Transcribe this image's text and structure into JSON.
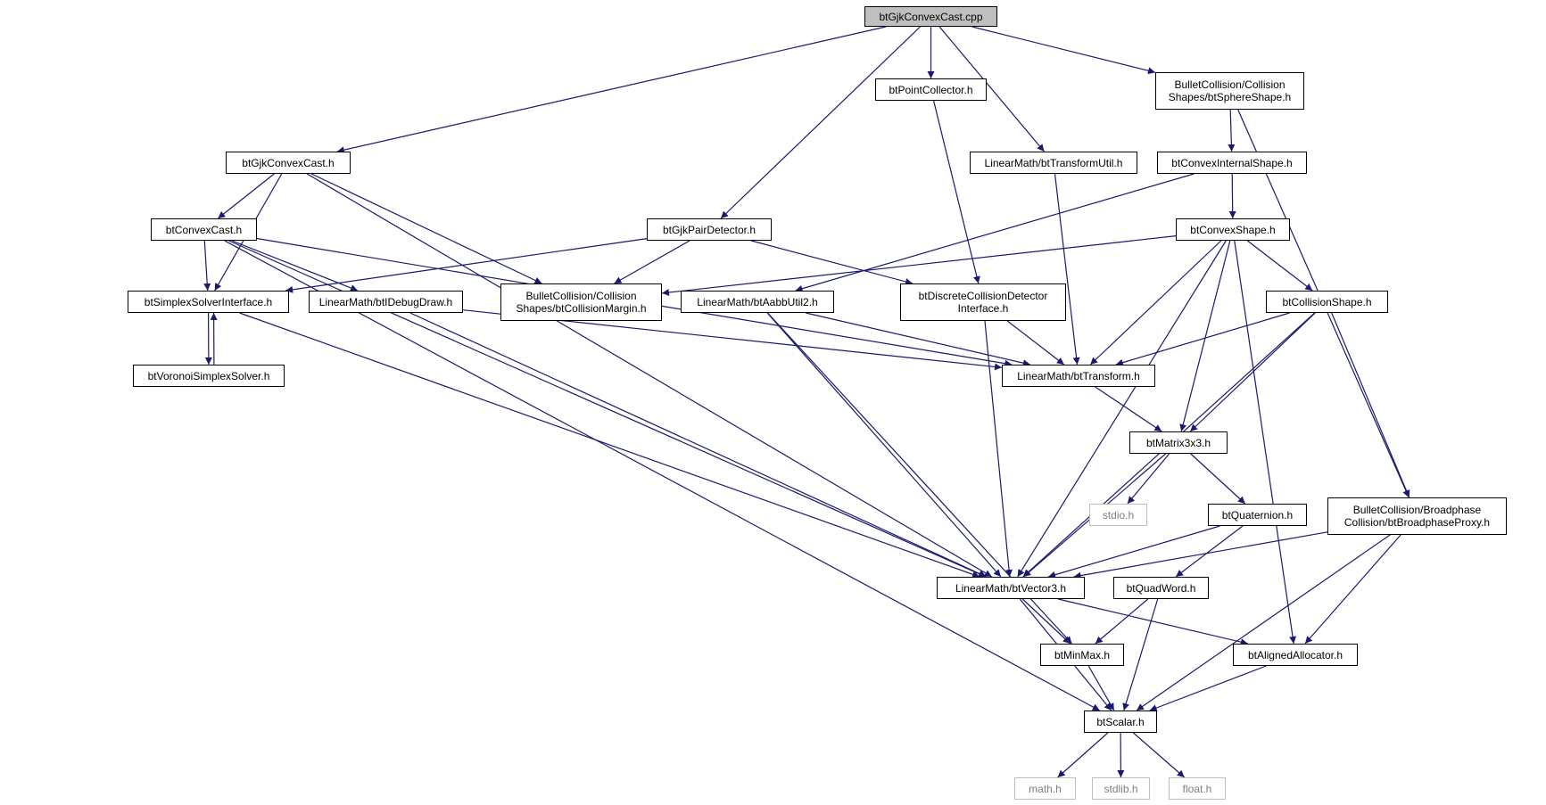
{
  "colors": {
    "edge": "#191970",
    "root_fill": "#bfbfbf",
    "node_border": "#000000",
    "system_border": "#bfbfbf",
    "system_text": "#7f7f7f"
  },
  "nodes": {
    "root": "btGjkConvexCast.cpp",
    "gjk_convex_cast_h": "btGjkConvexCast.h",
    "point_collector": "btPointCollector.h",
    "transform_util": "LinearMath/btTransformUtil.h",
    "sphere_shape": "BulletCollision/Collision\nShapes/btSphereShape.h",
    "convex_cast": "btConvexCast.h",
    "gjk_pair_detector": "btGjkPairDetector.h",
    "convex_internal_shape": "btConvexInternalShape.h",
    "convex_shape": "btConvexShape.h",
    "simplex_solver_interface": "btSimplexSolverInterface.h",
    "idebug_draw": "LinearMath/btIDebugDraw.h",
    "collision_margin": "BulletCollision/Collision\nShapes/btCollisionMargin.h",
    "aabb_util2": "LinearMath/btAabbUtil2.h",
    "discrete_collision_detector": "btDiscreteCollisionDetector\nInterface.h",
    "collision_shape": "btCollisionShape.h",
    "voronoi_simplex_solver": "btVoronoiSimplexSolver.h",
    "transform": "LinearMath/btTransform.h",
    "matrix3x3": "btMatrix3x3.h",
    "stdio": "stdio.h",
    "quaternion": "btQuaternion.h",
    "broadphase_proxy": "BulletCollision/Broadphase\nCollision/btBroadphaseProxy.h",
    "vector3": "LinearMath/btVector3.h",
    "quad_word": "btQuadWord.h",
    "min_max": "btMinMax.h",
    "aligned_allocator": "btAlignedAllocator.h",
    "scalar": "btScalar.h",
    "math": "math.h",
    "stdlib": "stdlib.h",
    "float": "float.h"
  },
  "edges": [
    [
      "root",
      "gjk_convex_cast_h"
    ],
    [
      "root",
      "point_collector"
    ],
    [
      "root",
      "transform_util"
    ],
    [
      "root",
      "sphere_shape"
    ],
    [
      "root",
      "gjk_pair_detector"
    ],
    [
      "gjk_convex_cast_h",
      "convex_cast"
    ],
    [
      "gjk_convex_cast_h",
      "simplex_solver_interface"
    ],
    [
      "gjk_convex_cast_h",
      "collision_margin"
    ],
    [
      "gjk_convex_cast_h",
      "vector3"
    ],
    [
      "convex_cast",
      "simplex_solver_interface"
    ],
    [
      "convex_cast",
      "idebug_draw"
    ],
    [
      "convex_cast",
      "transform"
    ],
    [
      "convex_cast",
      "vector3"
    ],
    [
      "convex_cast",
      "scalar"
    ],
    [
      "gjk_pair_detector",
      "simplex_solver_interface"
    ],
    [
      "gjk_pair_detector",
      "collision_margin"
    ],
    [
      "gjk_pair_detector",
      "discrete_collision_detector"
    ],
    [
      "point_collector",
      "discrete_collision_detector"
    ],
    [
      "transform_util",
      "transform"
    ],
    [
      "sphere_shape",
      "convex_internal_shape"
    ],
    [
      "sphere_shape",
      "broadphase_proxy"
    ],
    [
      "convex_internal_shape",
      "convex_shape"
    ],
    [
      "convex_internal_shape",
      "aabb_util2"
    ],
    [
      "convex_shape",
      "collision_margin"
    ],
    [
      "convex_shape",
      "collision_shape"
    ],
    [
      "convex_shape",
      "transform"
    ],
    [
      "convex_shape",
      "matrix3x3"
    ],
    [
      "convex_shape",
      "vector3"
    ],
    [
      "convex_shape",
      "aligned_allocator"
    ],
    [
      "simplex_solver_interface",
      "voronoi_simplex_solver"
    ],
    [
      "voronoi_simplex_solver",
      "simplex_solver_interface"
    ],
    [
      "simplex_solver_interface",
      "vector3"
    ],
    [
      "idebug_draw",
      "transform"
    ],
    [
      "idebug_draw",
      "vector3"
    ],
    [
      "aabb_util2",
      "transform"
    ],
    [
      "aabb_util2",
      "vector3"
    ],
    [
      "aabb_util2",
      "min_max"
    ],
    [
      "discrete_collision_detector",
      "transform"
    ],
    [
      "discrete_collision_detector",
      "vector3"
    ],
    [
      "collision_shape",
      "transform"
    ],
    [
      "collision_shape",
      "matrix3x3"
    ],
    [
      "collision_shape",
      "vector3"
    ],
    [
      "collision_shape",
      "broadphase_proxy"
    ],
    [
      "transform",
      "matrix3x3"
    ],
    [
      "matrix3x3",
      "stdio"
    ],
    [
      "matrix3x3",
      "quaternion"
    ],
    [
      "matrix3x3",
      "vector3"
    ],
    [
      "quaternion",
      "vector3"
    ],
    [
      "quaternion",
      "quad_word"
    ],
    [
      "broadphase_proxy",
      "vector3"
    ],
    [
      "broadphase_proxy",
      "aligned_allocator"
    ],
    [
      "broadphase_proxy",
      "scalar"
    ],
    [
      "vector3",
      "min_max"
    ],
    [
      "vector3",
      "aligned_allocator"
    ],
    [
      "vector3",
      "scalar"
    ],
    [
      "quad_word",
      "min_max"
    ],
    [
      "quad_word",
      "scalar"
    ],
    [
      "min_max",
      "scalar"
    ],
    [
      "aligned_allocator",
      "scalar"
    ],
    [
      "scalar",
      "math"
    ],
    [
      "scalar",
      "stdlib"
    ],
    [
      "scalar",
      "float"
    ]
  ]
}
